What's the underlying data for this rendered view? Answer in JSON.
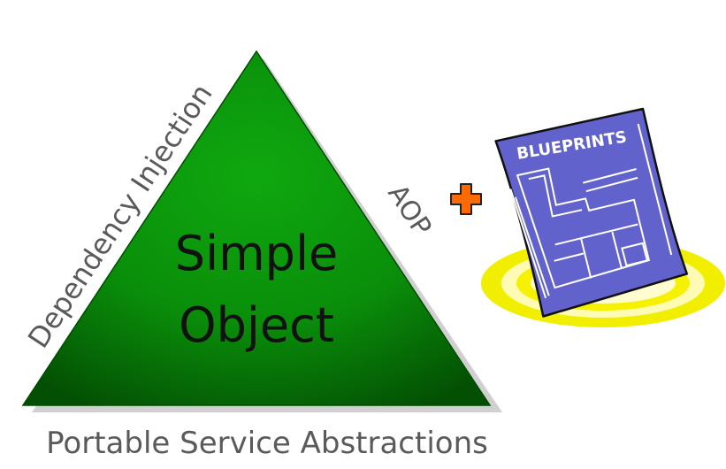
{
  "triangle": {
    "center_line1": "Simple",
    "center_line2": "Object",
    "left_side_label": "Dependency Injection",
    "right_side_label": "AOP",
    "bottom_label": "Portable Service Abstractions"
  },
  "blueprint": {
    "title": "BLUEPRINTS"
  },
  "colors": {
    "triangle_fill": "#0b9a0b",
    "triangle_dark": "#045a04",
    "plus_fill": "#ff6a00",
    "blueprint_fill": "#6666cc",
    "halo": "#f5f000",
    "label_gray": "#5a5a5a"
  },
  "icons": {
    "plus": "plus-icon",
    "blueprint": "blueprint-document-icon"
  }
}
